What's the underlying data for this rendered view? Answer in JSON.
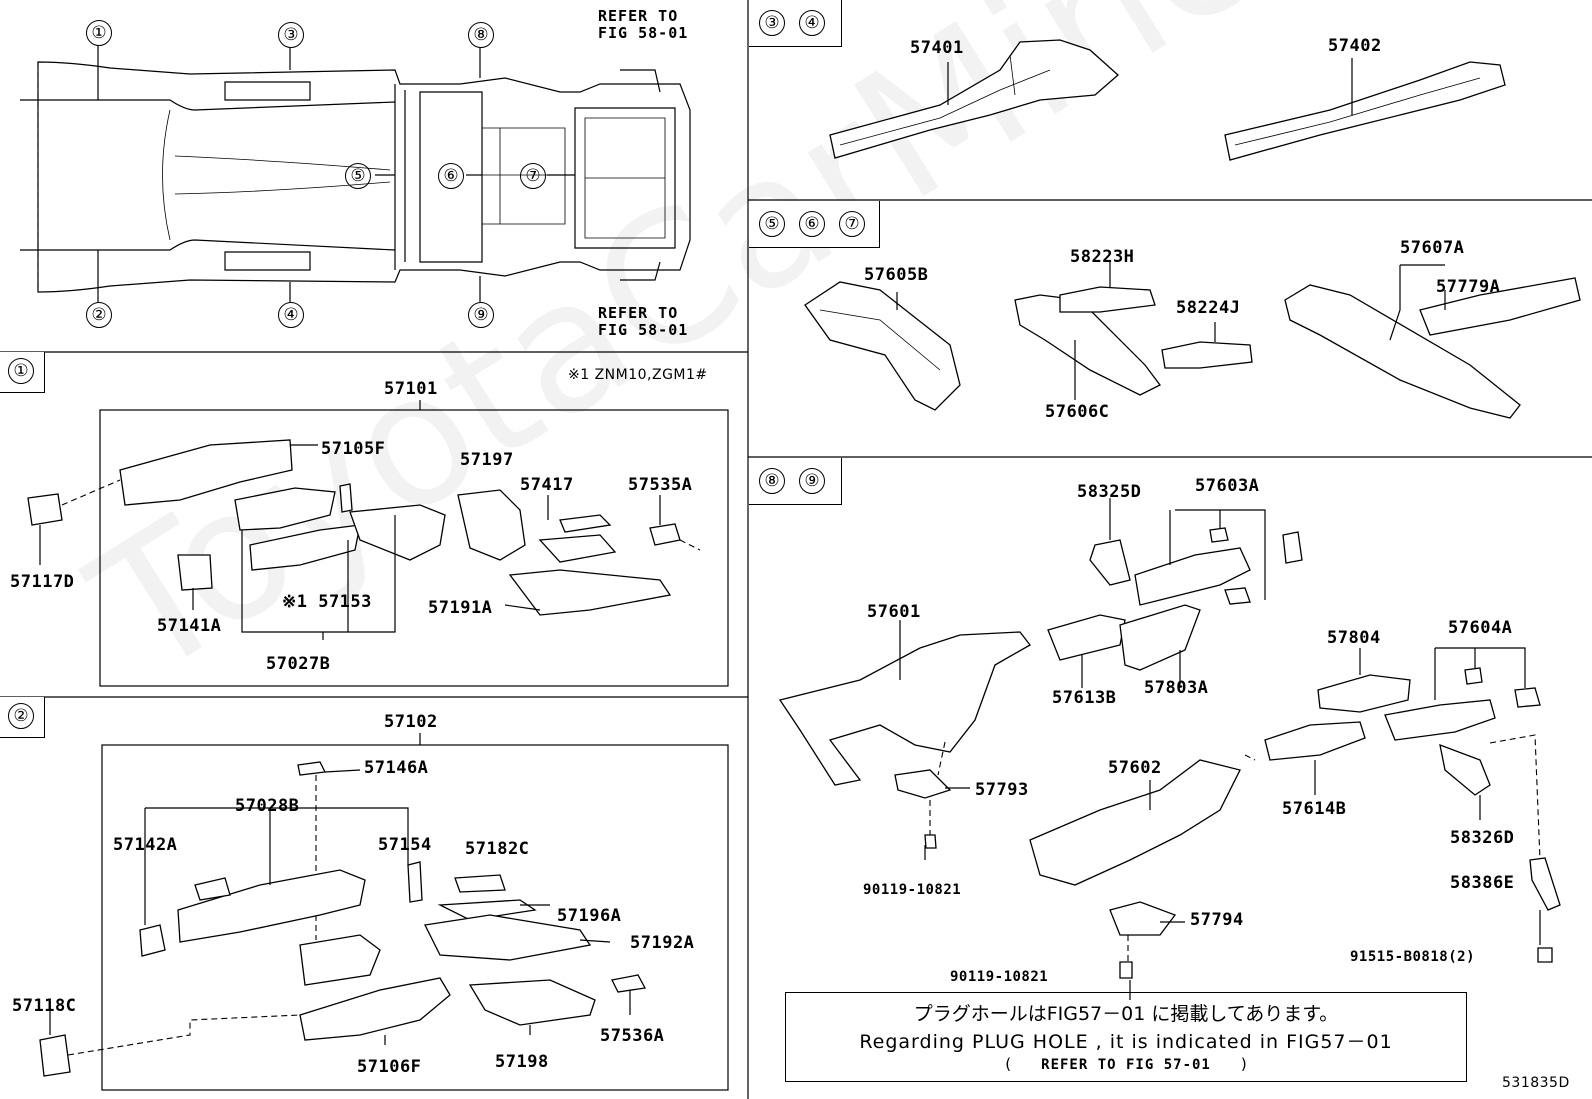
{
  "watermark": "ToyotaCarMine.ru",
  "overview": {
    "markers": [
      "①",
      "②",
      "③",
      "④",
      "⑤",
      "⑥",
      "⑦",
      "⑧",
      "⑨"
    ],
    "refer_top": [
      "REFER TO",
      "FIG 58-01"
    ],
    "refer_bottom": [
      "REFER TO",
      "FIG 58-01"
    ]
  },
  "sections": {
    "s1": {
      "tab": "①",
      "assembly": "57101",
      "footnote": "※1 ZNM10,ZGM1#",
      "parts": [
        "57105F",
        "57197",
        "57417",
        "57535A",
        "57117D",
        "57141A",
        "※1 57153",
        "57191A",
        "57027B"
      ]
    },
    "s2": {
      "tab": "②",
      "assembly": "57102",
      "parts": [
        "57146A",
        "57028B",
        "57142A",
        "57154",
        "57182C",
        "57196A",
        "57192A",
        "57118C",
        "57536A",
        "57106F",
        "57198"
      ]
    },
    "s34": {
      "tabs": [
        "③",
        "④"
      ],
      "parts": [
        "57401",
        "57402"
      ]
    },
    "s567": {
      "tabs": [
        "⑤",
        "⑥",
        "⑦"
      ],
      "parts": [
        "57605B",
        "58223H",
        "58224J",
        "57606C",
        "57607A",
        "57779A"
      ]
    },
    "s89": {
      "tabs": [
        "⑧",
        "⑨"
      ],
      "parts": [
        "58325D",
        "57603A",
        "57601",
        "57613B",
        "57803A",
        "57804",
        "57604A",
        "57793",
        "57602",
        "57614B",
        "58326D",
        "58386E",
        "57794"
      ],
      "fasteners": [
        "90119-10821",
        "90119-10821",
        "91515-B0818(2)"
      ]
    }
  },
  "note": {
    "line1": "プラグホールはFIG57－01 に掲載してあります。",
    "line2": "Regarding PLUG HOLE , it is indicated in FIG57－01",
    "line3_open": "(",
    "line3_ref": "REFER TO FIG 57-01",
    "line3_close": ")"
  },
  "code": "531835D"
}
